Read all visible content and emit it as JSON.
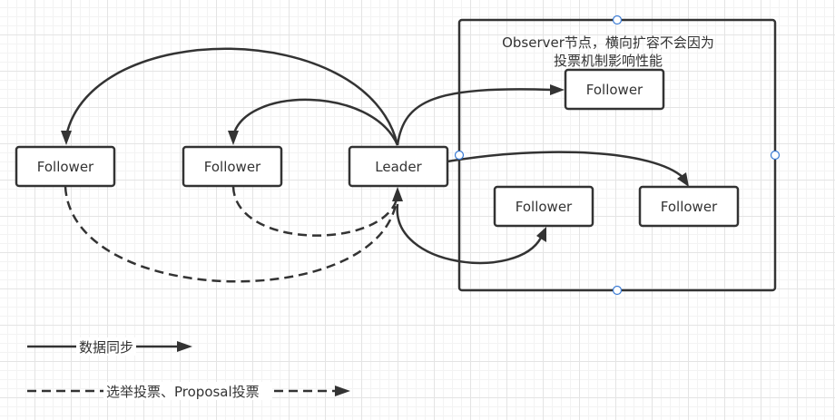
{
  "nodes": {
    "follower_left": {
      "label": "Follower"
    },
    "follower_mid": {
      "label": "Follower"
    },
    "leader": {
      "label": "Leader"
    },
    "observer_top": {
      "label": "Follower"
    },
    "observer_bottom_left": {
      "label": "Follower"
    },
    "observer_bottom_right": {
      "label": "Follower"
    }
  },
  "observer_group": {
    "line1": "Observer节点，横向扩容不会因为",
    "line2": "投票机制影响性能"
  },
  "legend": {
    "data_sync": "数据同步",
    "vote": "选举投票、Proposal投票"
  },
  "colors": {
    "stroke": "#333333",
    "handle": "#3a7bd5",
    "grid": "#e4e4e4"
  }
}
